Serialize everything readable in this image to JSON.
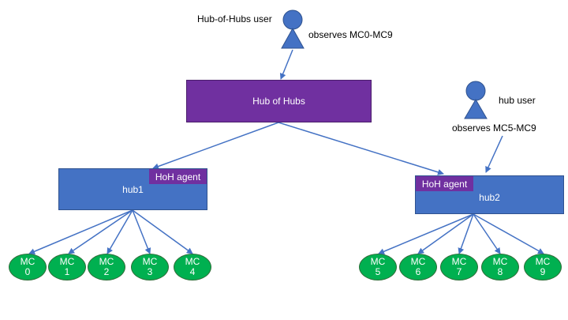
{
  "colors": {
    "hub_of_hubs": "#7030a0",
    "hub": "#4472c4",
    "agent": "#7030a0",
    "managed_cluster": "#00b050",
    "user": "#4472c4",
    "connector": "#4472c4"
  },
  "users": {
    "hoh_user": {
      "name": "Hub-of-Hubs user",
      "observes": "observes MC0-MC9"
    },
    "hub_user": {
      "name": "hub user",
      "observes": "observes MC5-MC9"
    }
  },
  "hub_of_hubs": {
    "label": "Hub of Hubs"
  },
  "hubs": [
    {
      "label": "hub1",
      "agent": "HoH agent"
    },
    {
      "label": "hub2",
      "agent": "HoH agent"
    }
  ],
  "clusters": [
    {
      "line1": "MC",
      "line2": "0"
    },
    {
      "line1": "MC",
      "line2": "1"
    },
    {
      "line1": "MC",
      "line2": "2"
    },
    {
      "line1": "MC",
      "line2": "3"
    },
    {
      "line1": "MC",
      "line2": "4"
    },
    {
      "line1": "MC",
      "line2": "5"
    },
    {
      "line1": "MC",
      "line2": "6"
    },
    {
      "line1": "MC",
      "line2": "7"
    },
    {
      "line1": "MC",
      "line2": "8"
    },
    {
      "line1": "MC",
      "line2": "9"
    }
  ]
}
